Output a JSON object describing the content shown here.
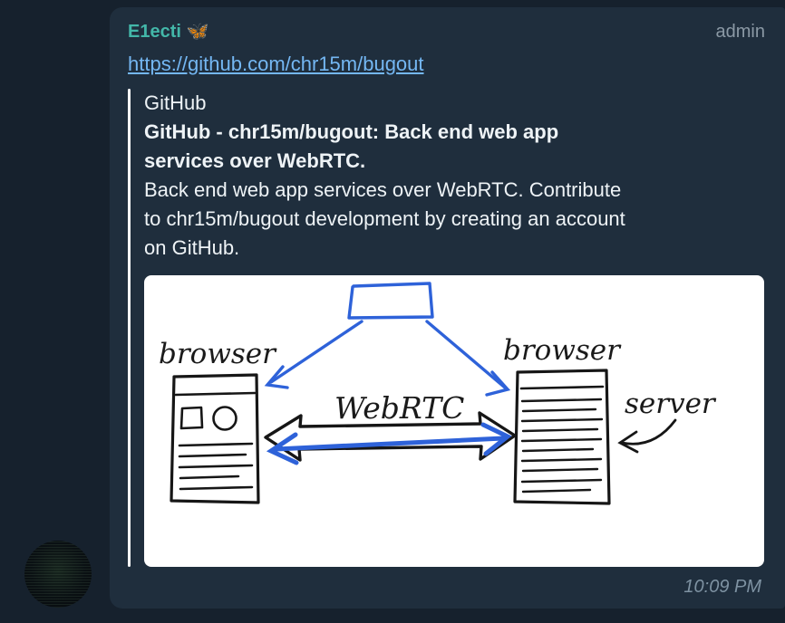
{
  "chat": {
    "sender": "E1ecti 🦋",
    "badge": "admin",
    "link": "https://github.com/chr15m/bugout",
    "time": "10:09 PM"
  },
  "preview": {
    "site_name": "GitHub",
    "title": "GitHub - chr15m/bugout: Back end web app services over WebRTC.",
    "description": "Back end web app services over WebRTC. Contribute to chr15m/bugout development by creating an account on GitHub."
  },
  "diagram": {
    "left_browser_label": "browser",
    "right_browser_label": "browser",
    "server_label": "server",
    "arrow_label": "WebRTC"
  },
  "colors": {
    "accent_teal": "#43b7a9",
    "link_blue": "#74b7f3",
    "sketch_blue": "#2e62d9",
    "sketch_ink": "#161616",
    "bubble_bg": "#1f2e3d",
    "page_bg": "#16212d"
  }
}
